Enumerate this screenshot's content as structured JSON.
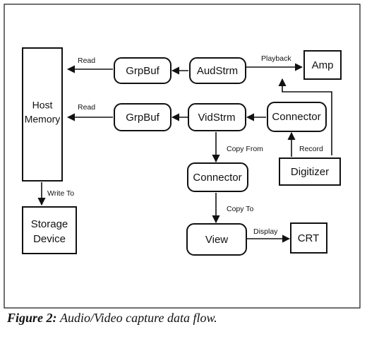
{
  "figure": {
    "caption_label": "Figure 2:",
    "caption_text": "Audio/Video capture data flow."
  },
  "nodes": {
    "host_memory": {
      "line1": "Host",
      "line2": "Memory"
    },
    "grpbuf_audio": "GrpBuf",
    "grpbuf_video": "GrpBuf",
    "audstrm": "AudStrm",
    "vidstrm": "VidStrm",
    "amp": "Amp",
    "connector_top": "Connector",
    "digitizer": "Digitizer",
    "connector_mid": "Connector",
    "view": "View",
    "crt": "CRT",
    "storage": {
      "line1": "Storage",
      "line2": "Device"
    }
  },
  "edges": {
    "read_audio": "Read",
    "read_video": "Read",
    "playback": "Playback",
    "record": "Record",
    "copy_from": "Copy From",
    "copy_to": "Copy To",
    "display": "Display",
    "write_to": "Write To"
  }
}
